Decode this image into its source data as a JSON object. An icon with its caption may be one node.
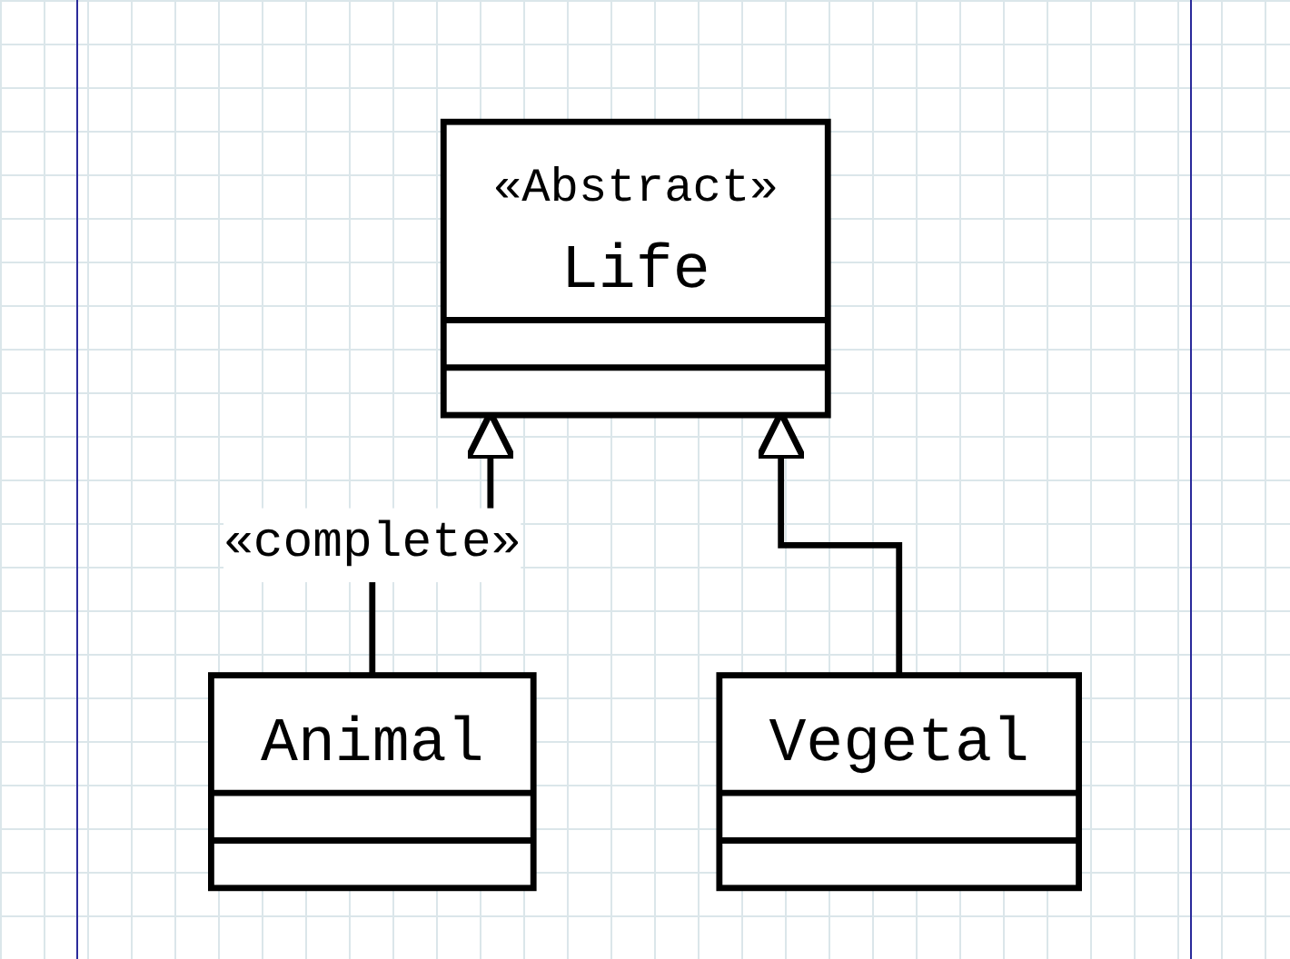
{
  "diagram": {
    "nodes": [
      {
        "text": [
          "«Abstract»",
          "Life"
        ]
      },
      {
        "text": [
          "Animal"
        ]
      },
      {
        "text": [
          "Vegetal"
        ]
      }
    ],
    "edges": [
      {
        "from": 1,
        "to": 0,
        "arrow": "to",
        "label": "«complete»"
      },
      {
        "from": 2,
        "to": 0,
        "arrow": "to"
      }
    ]
  }
}
